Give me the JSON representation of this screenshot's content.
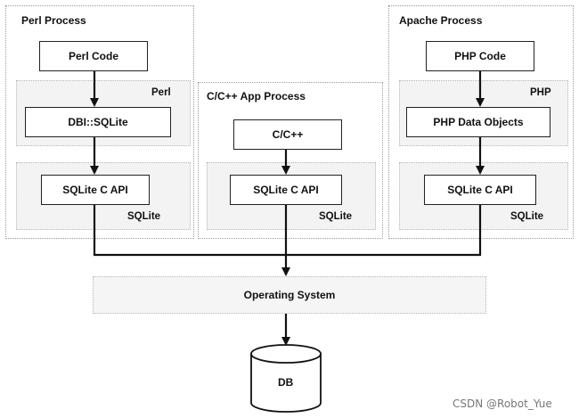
{
  "perl_process": {
    "title": "Perl Process",
    "code_box": "Perl Code",
    "layer_label": "Perl",
    "binding_box": "DBI::SQLite",
    "api_box": "SQLite C API",
    "sqlite_label": "SQLite"
  },
  "app_process": {
    "title": "C/C++ App Process",
    "code_box": "C/C++",
    "api_box": "SQLite C API",
    "sqlite_label": "SQLite"
  },
  "apache_process": {
    "title": "Apache Process",
    "code_box": "PHP Code",
    "layer_label": "PHP",
    "binding_box": "PHP Data Objects",
    "api_box": "SQLite C API",
    "sqlite_label": "SQLite"
  },
  "operating_system": "Operating System",
  "database": "DB",
  "watermark": "CSDN @Robot_Yue"
}
